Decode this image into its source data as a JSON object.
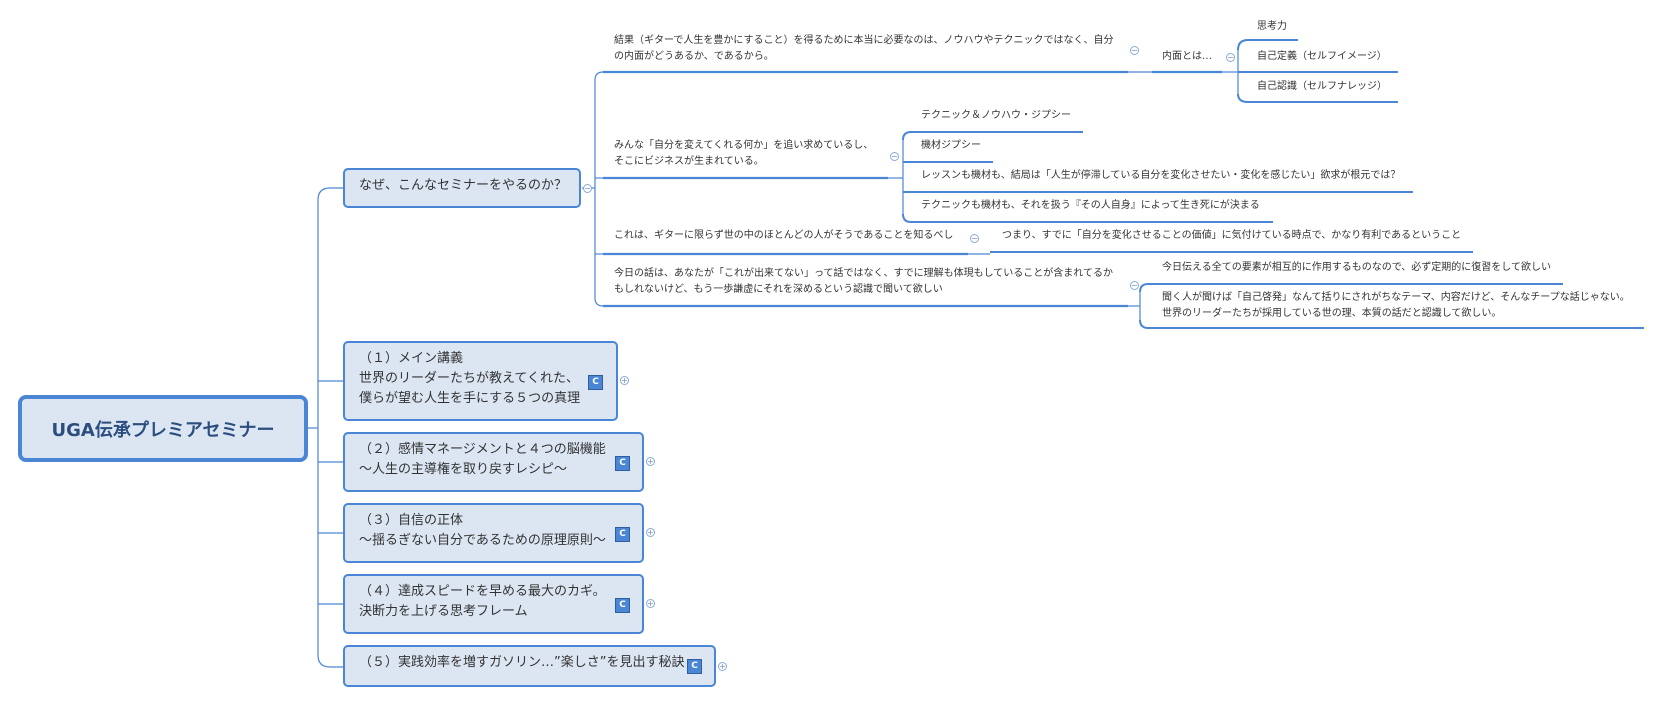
{
  "root": {
    "title": "UGA伝承プレミアセミナー"
  },
  "topics": [
    {
      "lines": [
        "なぜ、こんなセミナーをやるのか？"
      ]
    },
    {
      "lines": [
        "（１）メイン講義",
        "世界のリーダーたちが教えてくれた、",
        "僕らが望む人生を手にする５つの真理"
      ],
      "icon": "C"
    },
    {
      "lines": [
        "（２）感情マネージメントと４つの脳機能",
        "〜人生の主導権を取り戻すレシピ〜"
      ],
      "icon": "C"
    },
    {
      "lines": [
        "（３）自信の正体",
        "〜揺るぎない自分であるための原理原則〜"
      ],
      "icon": "C"
    },
    {
      "lines": [
        "（４）達成スピードを早める最大のカギ。",
        "決断力を上げる思考フレーム"
      ],
      "icon": "C"
    },
    {
      "lines": [
        "（５）実践効率を増すガソリン…”楽しさ”を見出す秘訣"
      ],
      "icon": "C"
    }
  ],
  "branch_why": [
    {
      "lines": [
        "結果（ギターで人生を豊かにすること）を得るために本当に必要なのは、ノウハウやテクニックではなく、自分",
        "の内面がどうあるか、であるから。"
      ],
      "children": [
        {
          "text": "内面とは…",
          "children": [
            "思考力",
            "自己定義（セルフイメージ）",
            "自己認識（セルフナレッジ）"
          ]
        }
      ]
    },
    {
      "lines": [
        "みんな「自分を変えてくれる何か」を追い求めているし、",
        "そこにビジネスが生まれている。"
      ],
      "children": [
        "テクニック＆ノウハウ・ジプシー",
        "機材ジプシー",
        "レッスンも機材も、結局は「人生が停滞している自分を変化させたい・変化を感じたい」欲求が根元では？",
        "テクニックも機材も、それを扱う『その人自身』によって生き死にが決まる"
      ]
    },
    {
      "lines": [
        "これは、ギターに限らず世の中のほとんどの人がそうであることを知るべし"
      ],
      "children": [
        "つまり、すでに「自分を変化させることの価値」に気付けている時点で、かなり有利であるということ"
      ]
    },
    {
      "lines": [
        "今日の話は、あなたが「これが出来てない」って話ではなく、すでに理解も体現もしていることが含まれてるか",
        "もしれないけど、もう一歩謙虚にそれを深めるという認識で聞いて欲しい"
      ],
      "children": [
        [
          "今日伝える全ての要素が相互的に作用するものなので、必ず定期的に復習をして欲しい"
        ],
        [
          "聞く人が聞けば「自己啓発」なんて括りにされがちなテーマ、内容だけど、そんなチープな話じゃない。",
          "世界のリーダーたちが採用している世の理、本質の話だと認識して欲しい。"
        ]
      ]
    }
  ],
  "colors": {
    "line": "#4a86d4",
    "node_fill": "#dce6f3"
  }
}
